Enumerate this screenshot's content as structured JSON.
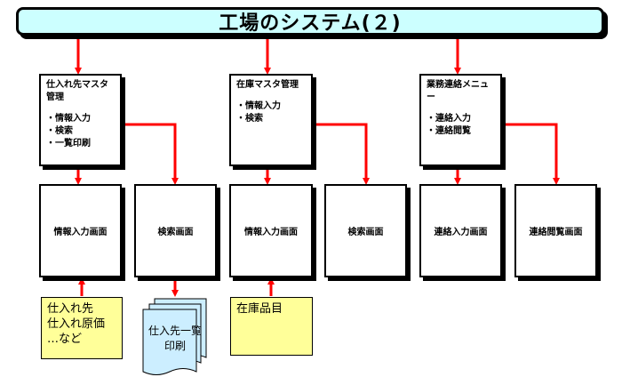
{
  "title": "工場のシステム(２)",
  "menus": [
    {
      "title": "仕入れ先マスタ管理",
      "items": [
        "・情報入力",
        "・検索",
        "・一覧印刷"
      ]
    },
    {
      "title": "在庫マスタ管理",
      "items": [
        "・情報入力",
        "・検索"
      ]
    },
    {
      "title": "業務連絡メニュー",
      "items": [
        "・連絡入力",
        "・連絡閲覧"
      ]
    }
  ],
  "screens": [
    "情報入力画面",
    "検索画面",
    "情報入力画面",
    "検索画面",
    "連絡入力画面",
    "連絡閲覧画面"
  ],
  "notes": {
    "supplier_data": [
      "仕入れ先",
      "仕入れ原価",
      "…など"
    ],
    "stock_items": [
      "在庫品目"
    ]
  },
  "print_doc": [
    "仕入先一覧",
    "印刷"
  ],
  "colors": {
    "title_fill": "#ccffff",
    "arrow": "#ff0000",
    "note_fill": "#ffff99",
    "doc_fill": "#cceeff"
  }
}
